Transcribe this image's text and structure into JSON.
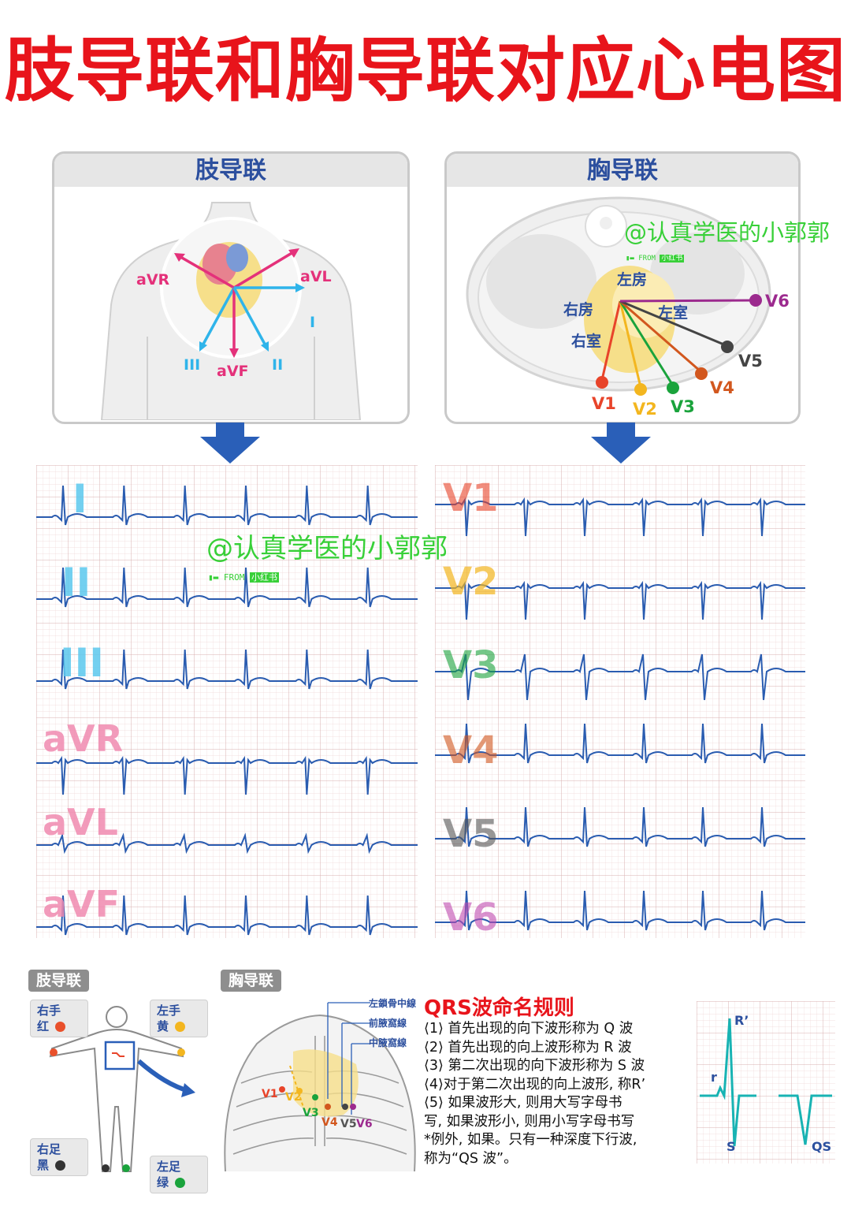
{
  "title": "肢导联和胸导联对应心电图",
  "limb_panel": {
    "header": "肢导联",
    "vectors": [
      "aVR",
      "aVL",
      "I",
      "III",
      "aVF",
      "II"
    ]
  },
  "chest_panel": {
    "header": "胸导联",
    "chambers": [
      "左房",
      "右房",
      "左室",
      "右室"
    ],
    "vectors": [
      "V1",
      "V2",
      "V3",
      "V4",
      "V5",
      "V6"
    ]
  },
  "limb_ecg_leads": [
    "I",
    "II",
    "III",
    "aVR",
    "aVL",
    "aVF"
  ],
  "chest_ecg_leads": [
    "V1",
    "V2",
    "V3",
    "V4",
    "V5",
    "V6"
  ],
  "watermark": {
    "text": "@认真学医的小郭郭",
    "from": "FROM",
    "app": "小红书"
  },
  "limb_placement": {
    "tag": "肢导联",
    "right_hand": {
      "name": "右手",
      "color_name": "红",
      "color": "#e9502b"
    },
    "left_hand": {
      "name": "左手",
      "color_name": "黄",
      "color": "#f3b61f"
    },
    "right_foot": {
      "name": "右足",
      "color_name": "黑",
      "color": "#333333"
    },
    "left_foot": {
      "name": "左足",
      "color_name": "绿",
      "color": "#1aa33c"
    }
  },
  "chest_placement": {
    "tag": "胸导联",
    "lines": [
      "左鎖骨中線",
      "前腋窩線",
      "中腋窩線"
    ],
    "electrodes": [
      "V1",
      "V2",
      "V3",
      "V4",
      "V5",
      "V6"
    ]
  },
  "qrs": {
    "title": "QRS波命名规则",
    "rules": [
      "⟨1⟩ 首先出现的向下波形称为 Q 波",
      "⟨2⟩ 首先出现的向上波形称为 R 波",
      "⟨3⟩ 第二次出现的向下波形称为 S 波",
      "⟨4⟩对于第二次出现的向上波形, 称R’",
      "⟨5⟩ 如果波形大, 则用大写字母书",
      "写, 如果波形小, 则用小写字母书写",
      "*例外, 如果。只有一种深度下行波,",
      "称为“QS 波”。"
    ],
    "diagram_labels": [
      "R’",
      "r",
      "S",
      "QS"
    ]
  },
  "colors": {
    "title_red": "#e8141b",
    "header_blue": "#2c4f9e",
    "arrow_blue": "#2a5fb8",
    "ecg_line": "#2a5cb0",
    "grid_red": "#e5b8b8",
    "lead_cyan": "#5bc8ee",
    "lead_pink": "#f08ab0",
    "qrs_teal": "#18b3b3"
  }
}
